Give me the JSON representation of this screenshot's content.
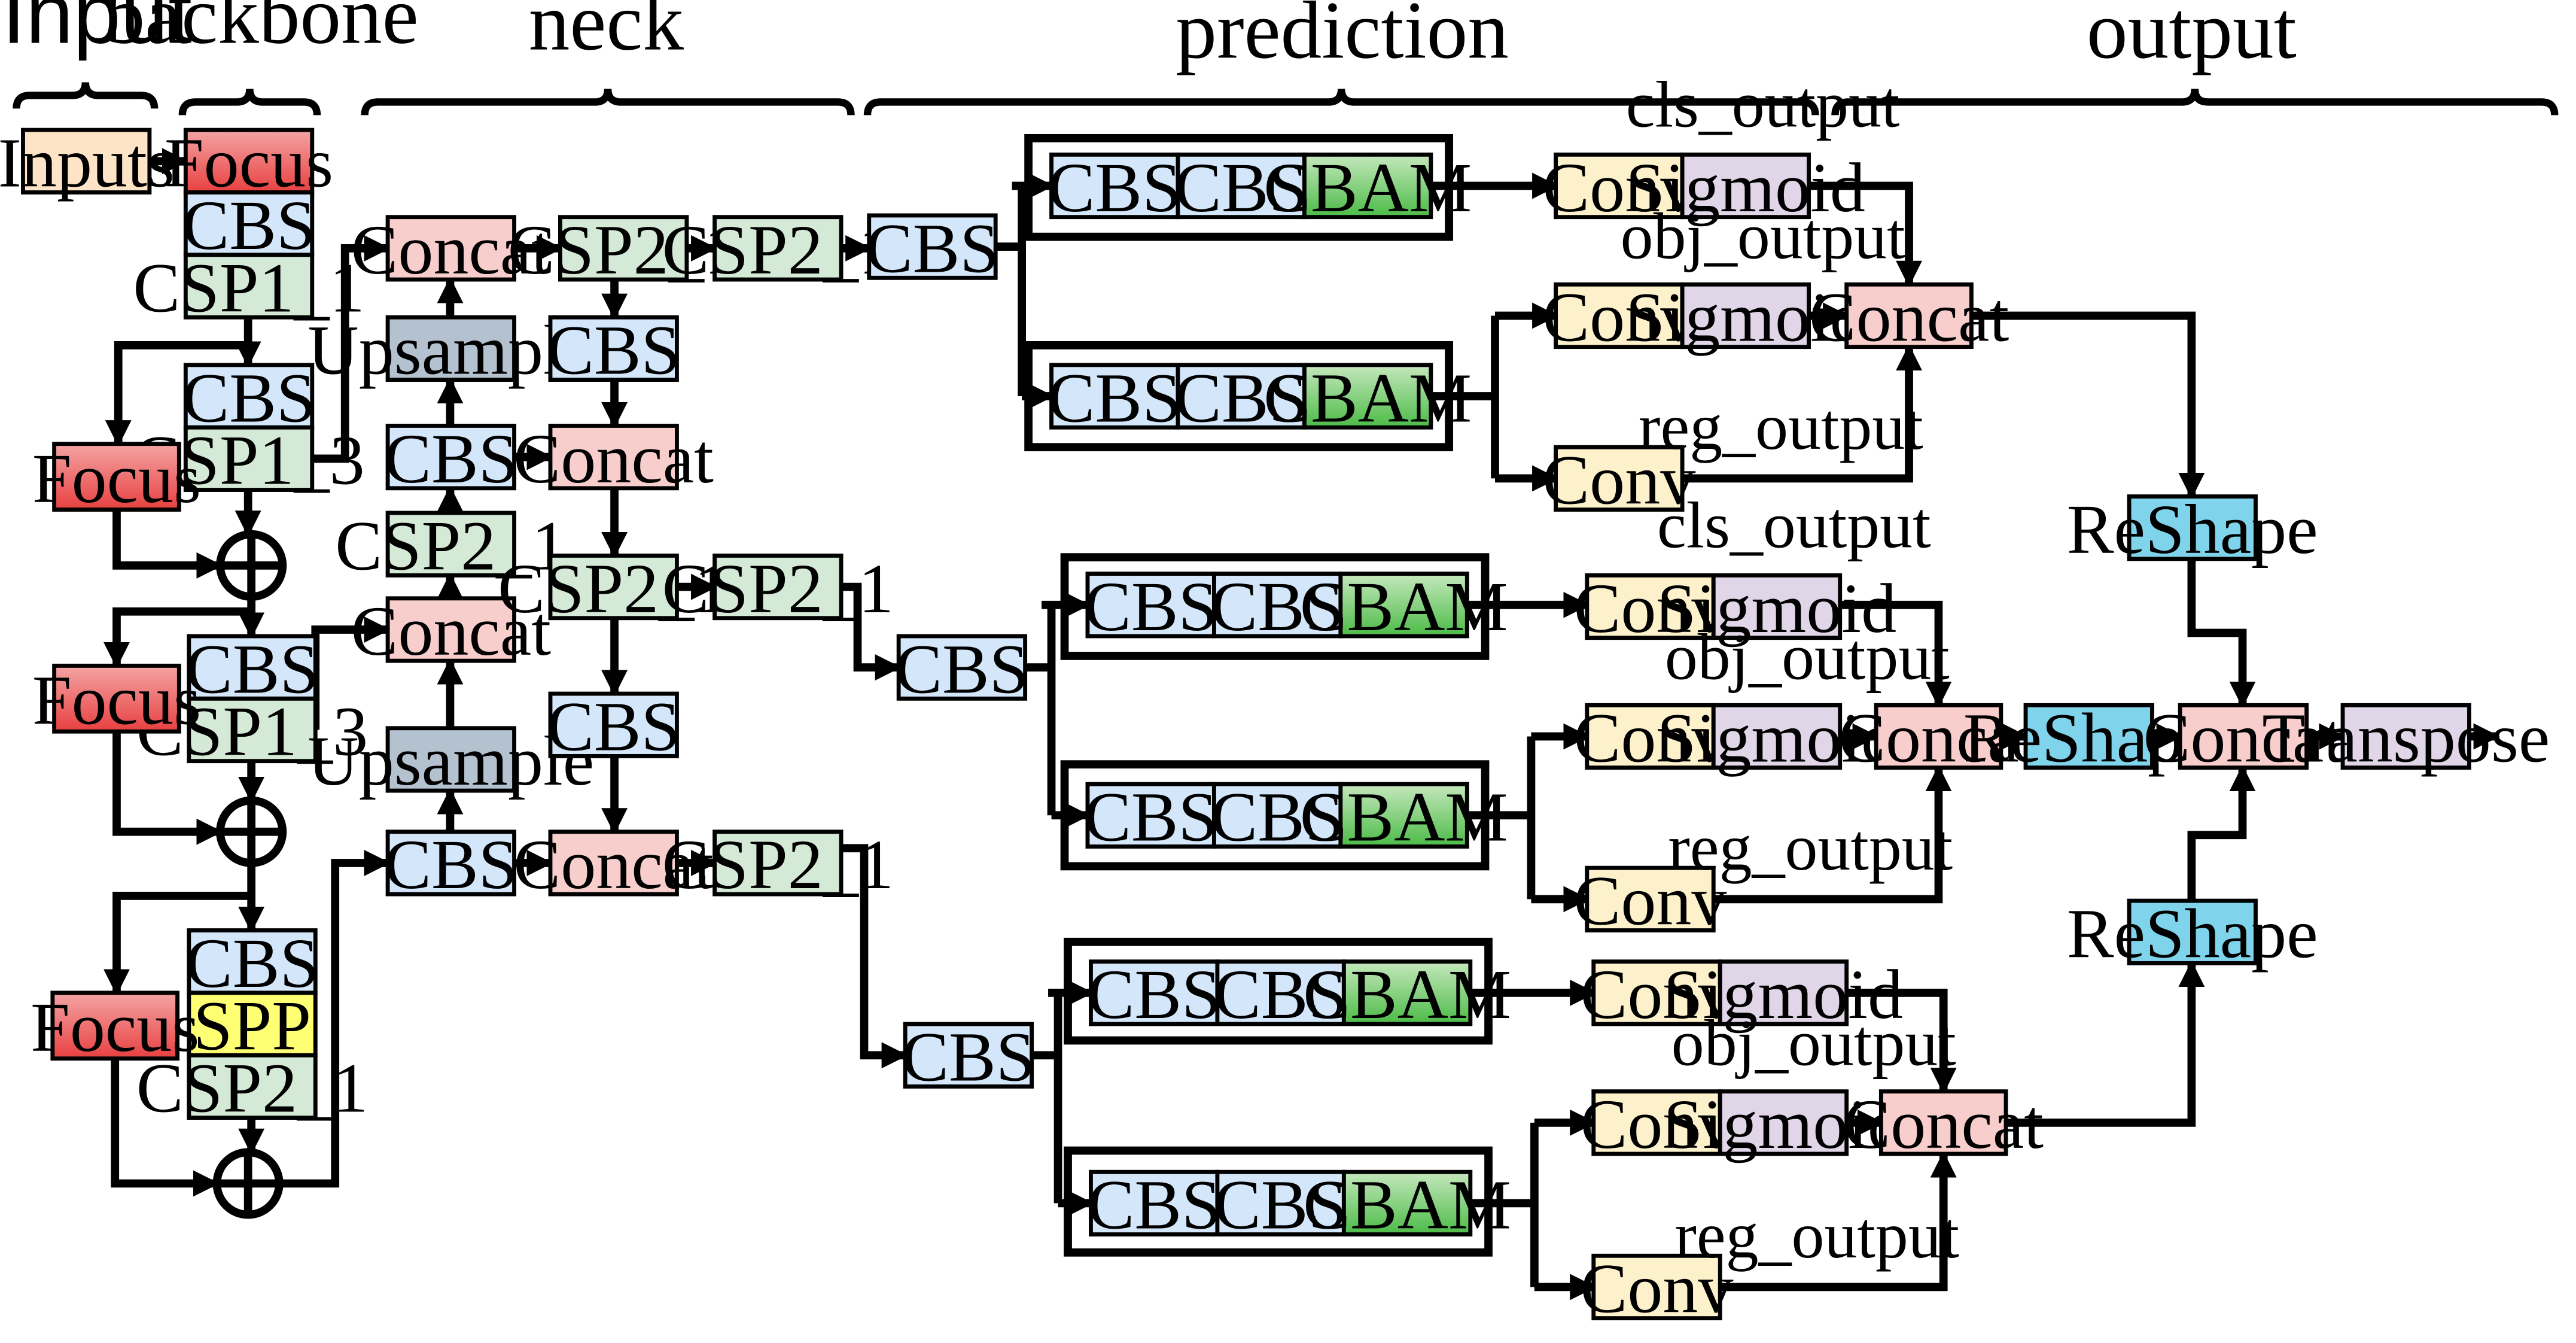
{
  "sections": {
    "input": "Input",
    "backbone": "backbone",
    "neck": "neck",
    "prediction": "prediction",
    "output": "output"
  },
  "labels": {
    "inputs": "Inputs",
    "focus": "Focus",
    "cbs": "CBS",
    "csp1_1": "CSP1_1",
    "csp1_3": "CSP1_3",
    "spp": "SPP",
    "csp2_1": "CSP2_1",
    "concat": "Concat",
    "upsample": "Upsample",
    "cbam": "CBAM",
    "conv": "Conv",
    "sigmoid": "Sigmoid",
    "reshape": "ReShape",
    "transpose": "Transpose"
  },
  "output_labels": {
    "cls": "cls_output",
    "obj": "obj_output",
    "reg": "reg_output"
  },
  "colors": {
    "inputs": "#fde4c7",
    "focus_top": "#f4a4a4",
    "focus_bottom": "#e84040",
    "cbs": "#d3e6fa",
    "csp": "#d5ead6",
    "spp": "#ffff73",
    "concat": "#f8cecc",
    "upsample": "#b4c2cf",
    "cbam_top": "#c5e8bd",
    "cbam_bottom": "#4cbb47",
    "conv": "#fdf1cc",
    "sigmoid": "#e1d5e8",
    "reshape": "#7fd3ea",
    "transpose": "#e1d5e8"
  }
}
